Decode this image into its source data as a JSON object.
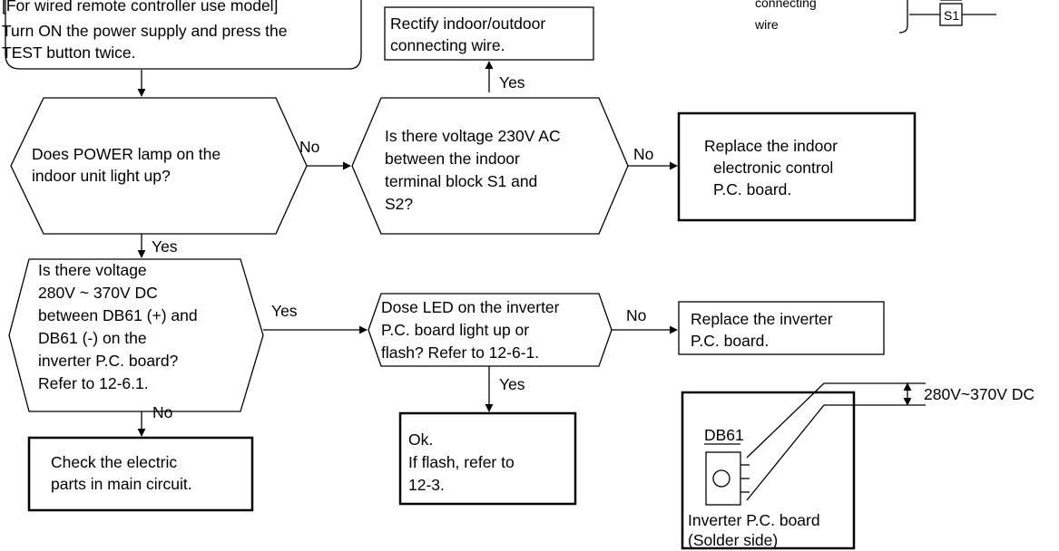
{
  "start": {
    "lines": [
      "[For wired remote controller use model]",
      "Turn ON the power supply and press the",
      "TEST button twice."
    ]
  },
  "rectify": {
    "lines": [
      "Rectify indoor/outdoor",
      "connecting wire."
    ]
  },
  "q_power": {
    "lines": [
      "Does POWER lamp on the",
      "indoor unit light up?"
    ]
  },
  "q_voltage_ac": {
    "lines": [
      "Is there voltage 230V AC",
      "between the indoor",
      "terminal block S1 and",
      "S2?"
    ]
  },
  "replace_indoor": {
    "lines": [
      "Replace the indoor",
      "electronic control",
      "P.C. board."
    ]
  },
  "q_voltage_dc": {
    "lines": [
      "Is there voltage",
      "280V ~ 370V  DC",
      "between DB61 (+) and",
      "DB61 (-) on the",
      "inverter P.C. board?",
      "Refer to 12-6.1."
    ]
  },
  "q_led": {
    "lines": [
      "Dose LED on the inverter",
      "P.C. board light up or",
      "flash? Refer to 12-6-1."
    ]
  },
  "replace_inverter": {
    "lines": [
      "Replace the inverter",
      "P.C. board."
    ]
  },
  "check_parts": {
    "lines": [
      "Check the electric",
      "parts in main circuit."
    ]
  },
  "ok_box": {
    "lines": [
      "Ok.",
      "If flash, refer to",
      "12-3."
    ]
  },
  "edges": {
    "yes_rectify": "Yes",
    "no_power": "No",
    "no_ac": "No",
    "yes_power": "Yes",
    "yes_dc": "Yes",
    "no_led": "No",
    "no_dc": "No",
    "yes_led": "Yes"
  },
  "wiring_fragment": {
    "labels": [
      "connecting",
      "wire"
    ],
    "terminal": "S1"
  },
  "inverter_diagram": {
    "voltage_label": "280V~370V DC",
    "component": "DB61",
    "board_lines": [
      "Inverter P.C. board",
      "(Solder side)"
    ]
  }
}
